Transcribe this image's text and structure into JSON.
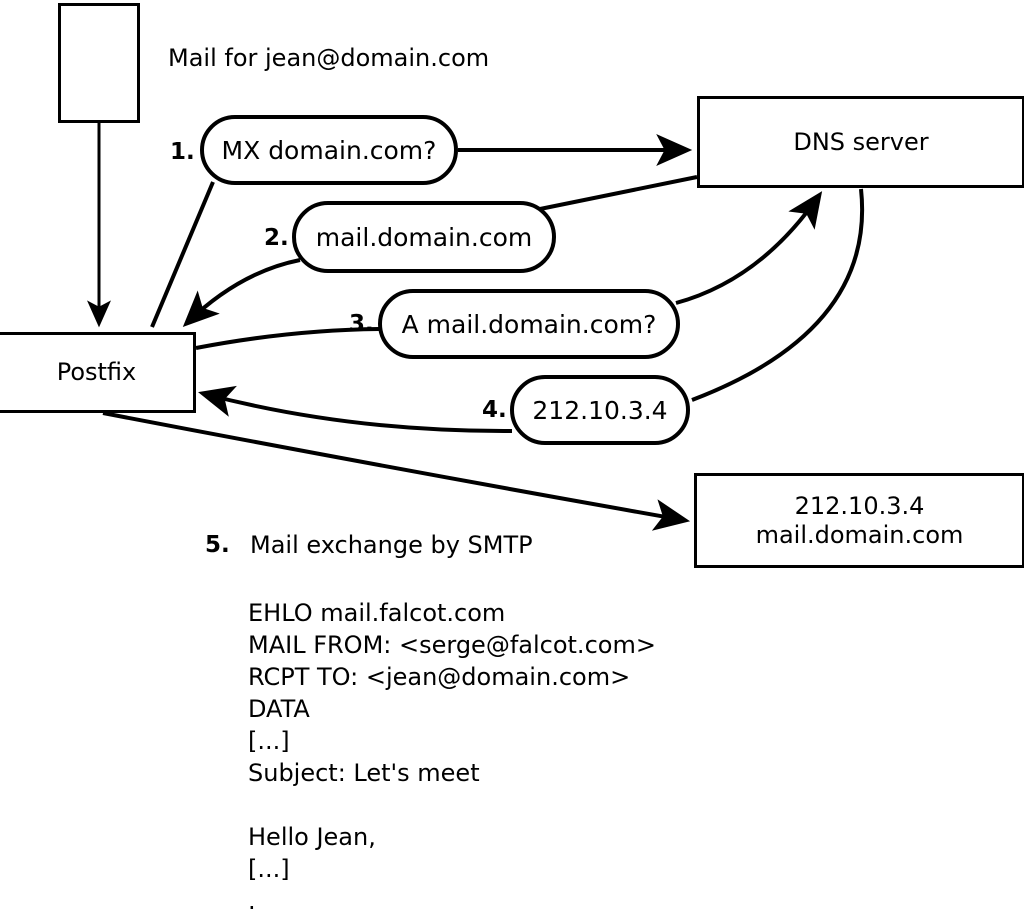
{
  "diagram": {
    "title_note": "Mail for jean@domain.com",
    "colors": {
      "stroke": "#000000",
      "fill": "#ffffff",
      "text": "#000000"
    },
    "nodes": {
      "mail_source": {
        "label": "",
        "icon": "mail-envelope-icon"
      },
      "postfix": {
        "label": "Postfix"
      },
      "dns": {
        "label": "DNS server"
      },
      "target": {
        "line1": "212.10.3.4",
        "line2": "mail.domain.com"
      }
    },
    "steps": [
      {
        "number": "1.",
        "label": "MX domain.com?"
      },
      {
        "number": "2.",
        "label": "mail.domain.com"
      },
      {
        "number": "3.",
        "label": "A mail.domain.com?"
      },
      {
        "number": "4.",
        "label": "212.10.3.4"
      },
      {
        "number": "5.",
        "label": "Mail exchange by SMTP"
      }
    ],
    "smtp_transcript": [
      "EHLO mail.falcot.com",
      "MAIL FROM: <serge@falcot.com>",
      "RCPT TO: <jean@domain.com>",
      "DATA",
      "[...]",
      "Subject: Let's meet",
      "",
      "Hello Jean,",
      "[...]",
      "."
    ]
  }
}
